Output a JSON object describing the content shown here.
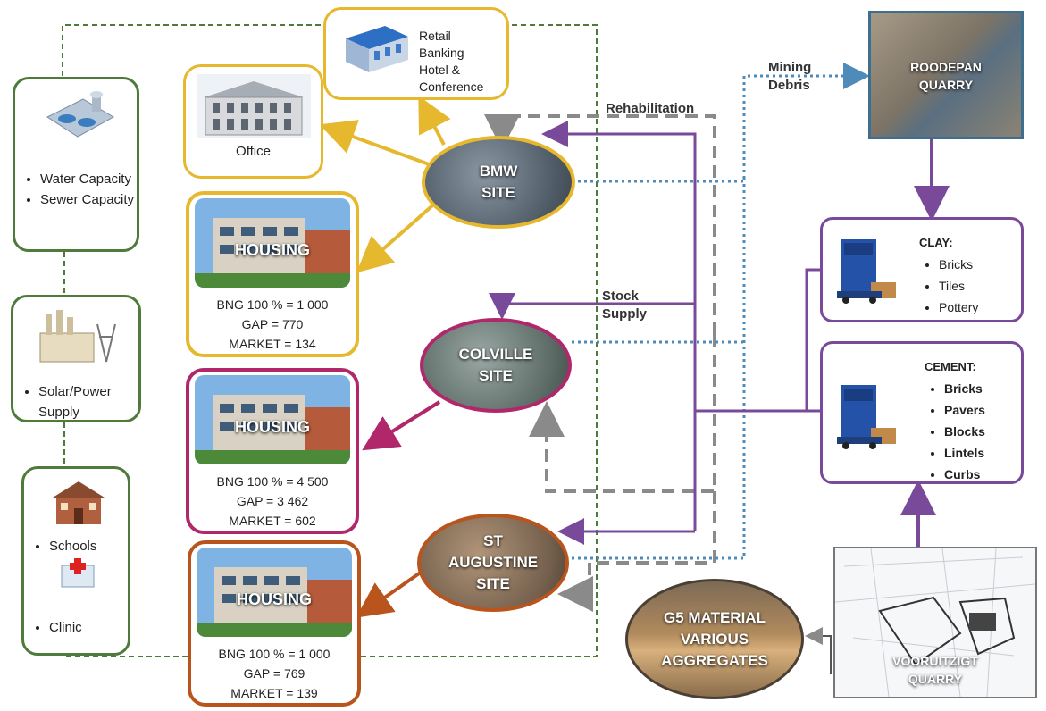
{
  "infrastructure": {
    "water_sewer": [
      "Water Capacity",
      "Sewer Capacity"
    ],
    "power": [
      "Solar/Power Supply"
    ],
    "schools": "Schools",
    "clinic": "Clinic"
  },
  "retail_box": {
    "lines": [
      "Retail",
      "Banking",
      "Hotel &",
      "Conference"
    ]
  },
  "office_box": {
    "label": "Office"
  },
  "housing": [
    {
      "title": "HOUSING",
      "bng": "BNG 100 % = 1 000",
      "gap": "GAP = 770",
      "market": "MARKET = 134"
    },
    {
      "title": "HOUSING",
      "bng": "BNG 100 % = 4 500",
      "gap": "GAP = 3 462",
      "market": "MARKET = 602"
    },
    {
      "title": "HOUSING",
      "bng": "BNG 100 % = 1 000",
      "gap": "GAP = 769",
      "market": "MARKET = 139"
    }
  ],
  "sites": {
    "bmw": [
      "BMW",
      "SITE"
    ],
    "colville": [
      "COLVILLE",
      "SITE"
    ],
    "st_augustine": [
      "ST",
      "AUGUSTINE",
      "SITE"
    ]
  },
  "flows": {
    "rehabilitation": "Rehabilitation",
    "mining_debris": [
      "Mining",
      "Debris"
    ],
    "stock_supply": [
      "Stock",
      "Supply"
    ]
  },
  "quarries": {
    "roodepan": [
      "ROODEPAN",
      "QUARRY"
    ],
    "vooruitzigt": [
      "VOORUITZIGT",
      "QUARRY"
    ]
  },
  "g5": [
    "G5 MATERIAL",
    "VARIOUS",
    "AGGREGATES"
  ],
  "clay": {
    "title": "CLAY:",
    "items": [
      "Bricks",
      "Tiles",
      "Pottery"
    ]
  },
  "cement": {
    "title": "CEMENT:",
    "items": [
      "Bricks",
      "Pavers",
      "Blocks",
      "Lintels",
      "Curbs"
    ]
  },
  "colors": {
    "infra_green": "#4e7a3a",
    "commercial_yellow": "#e6b82e",
    "colville_magenta": "#b0276b",
    "augustine_orange": "#b8541c",
    "flow_purple": "#7a4a9a",
    "dotted_blue": "#4f8bb8",
    "dashed_grey": "#8a8a8a"
  }
}
